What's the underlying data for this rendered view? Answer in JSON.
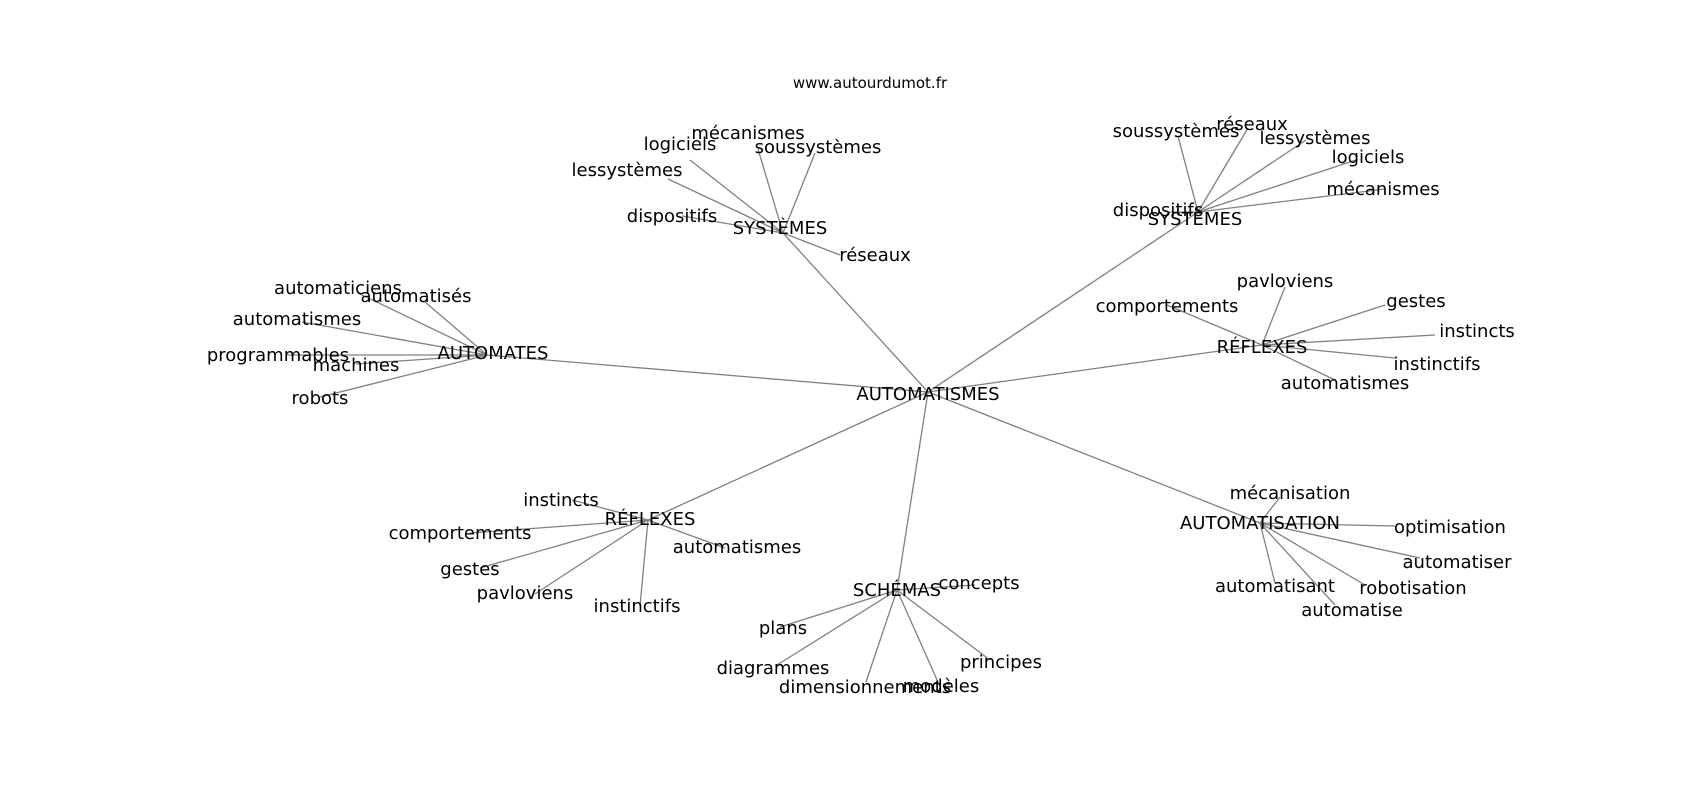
{
  "site_label": "www.autourdumot.fr",
  "colors": {
    "edge": "#808080",
    "text": "#000000",
    "background": "#ffffff"
  },
  "graph": {
    "center": "AUTOMATISMES",
    "clusters": [
      {
        "hub": "SYSTÈMES",
        "leaves": [
          "logiciels",
          "mécanismes",
          "soussystèmes",
          "lessystèmes",
          "dispositifs",
          "réseaux"
        ]
      },
      {
        "hub": "SYSTÈMES",
        "leaves": [
          "soussystèmes",
          "réseaux",
          "lessystèmes",
          "logiciels",
          "mécanismes",
          "dispositifs"
        ]
      },
      {
        "hub": "AUTOMATES",
        "leaves": [
          "automaticiens",
          "automatisés",
          "automatismes",
          "programmables",
          "machines",
          "robots"
        ]
      },
      {
        "hub": "RÉFLEXES",
        "leaves": [
          "pavloviens",
          "comportements",
          "gestes",
          "instincts",
          "instinctifs",
          "automatismes"
        ]
      },
      {
        "hub": "RÉFLEXES",
        "leaves": [
          "instincts",
          "comportements",
          "automatismes",
          "gestes",
          "pavloviens",
          "instinctifs"
        ]
      },
      {
        "hub": "SCHÉMAS",
        "leaves": [
          "concepts",
          "plans",
          "diagrammes",
          "principes",
          "dimensionnements",
          "modèles"
        ]
      },
      {
        "hub": "AUTOMATISATION",
        "leaves": [
          "mécanisation",
          "optimisation",
          "automatiser",
          "automatisant",
          "robotisation",
          "automatise"
        ]
      }
    ]
  }
}
